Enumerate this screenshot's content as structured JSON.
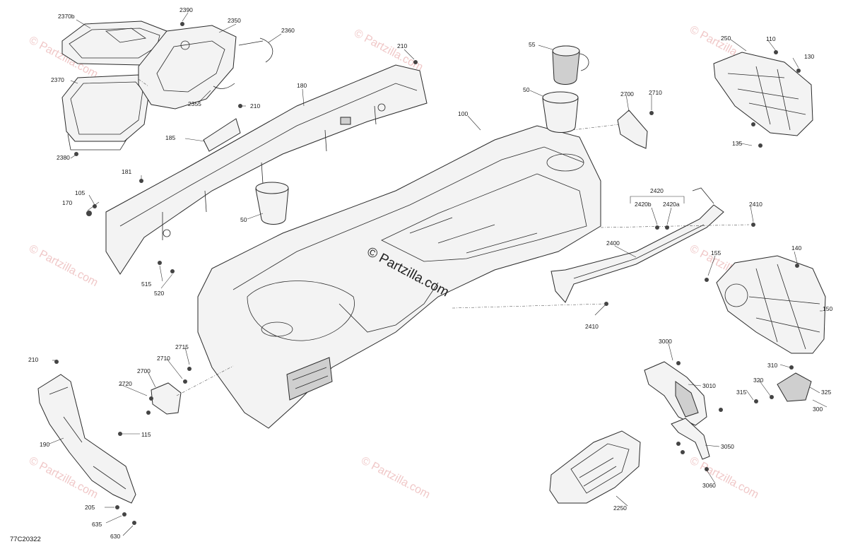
{
  "diagram": {
    "drawing_code": "77C20322",
    "watermark_main": "© Partzilla.com",
    "watermark_repeat": "© Partzilla.com",
    "callouts": [
      {
        "id": "2370b",
        "label": "2370b"
      },
      {
        "id": "2390",
        "label": "2390"
      },
      {
        "id": "2350",
        "label": "2350"
      },
      {
        "id": "2360",
        "label": "2360"
      },
      {
        "id": "2370",
        "label": "2370"
      },
      {
        "id": "2355",
        "label": "2355"
      },
      {
        "id": "2380",
        "label": "2380"
      },
      {
        "id": "210-a",
        "label": "210"
      },
      {
        "id": "210-b",
        "label": "210"
      },
      {
        "id": "210-c",
        "label": "210"
      },
      {
        "id": "180",
        "label": "180"
      },
      {
        "id": "185",
        "label": "185"
      },
      {
        "id": "181",
        "label": "181"
      },
      {
        "id": "105",
        "label": "105"
      },
      {
        "id": "170",
        "label": "170"
      },
      {
        "id": "50-a",
        "label": "50"
      },
      {
        "id": "50-b",
        "label": "50"
      },
      {
        "id": "55",
        "label": "55"
      },
      {
        "id": "100",
        "label": "100"
      },
      {
        "id": "2700-a",
        "label": "2700"
      },
      {
        "id": "2710-a",
        "label": "2710"
      },
      {
        "id": "250",
        "label": "250"
      },
      {
        "id": "110",
        "label": "110"
      },
      {
        "id": "130",
        "label": "130"
      },
      {
        "id": "135",
        "label": "135"
      },
      {
        "id": "2420",
        "label": "2420"
      },
      {
        "id": "2420b",
        "label": "2420b"
      },
      {
        "id": "2420a",
        "label": "2420a"
      },
      {
        "id": "2410-a",
        "label": "2410"
      },
      {
        "id": "2400",
        "label": "2400"
      },
      {
        "id": "2410-b",
        "label": "2410"
      },
      {
        "id": "155",
        "label": "155"
      },
      {
        "id": "140",
        "label": "140"
      },
      {
        "id": "150",
        "label": "150"
      },
      {
        "id": "515",
        "label": "515"
      },
      {
        "id": "520",
        "label": "520"
      },
      {
        "id": "2715",
        "label": "2715"
      },
      {
        "id": "2710-b",
        "label": "2710"
      },
      {
        "id": "2700-b",
        "label": "2700"
      },
      {
        "id": "2720",
        "label": "2720"
      },
      {
        "id": "115",
        "label": "115"
      },
      {
        "id": "190",
        "label": "190"
      },
      {
        "id": "205",
        "label": "205"
      },
      {
        "id": "635",
        "label": "635"
      },
      {
        "id": "630",
        "label": "630"
      },
      {
        "id": "3000",
        "label": "3000"
      },
      {
        "id": "3010",
        "label": "3010"
      },
      {
        "id": "310",
        "label": "310"
      },
      {
        "id": "320",
        "label": "320"
      },
      {
        "id": "315",
        "label": "315"
      },
      {
        "id": "325",
        "label": "325"
      },
      {
        "id": "300",
        "label": "300"
      },
      {
        "id": "3050",
        "label": "3050"
      },
      {
        "id": "3060",
        "label": "3060"
      },
      {
        "id": "2250",
        "label": "2250"
      }
    ]
  }
}
